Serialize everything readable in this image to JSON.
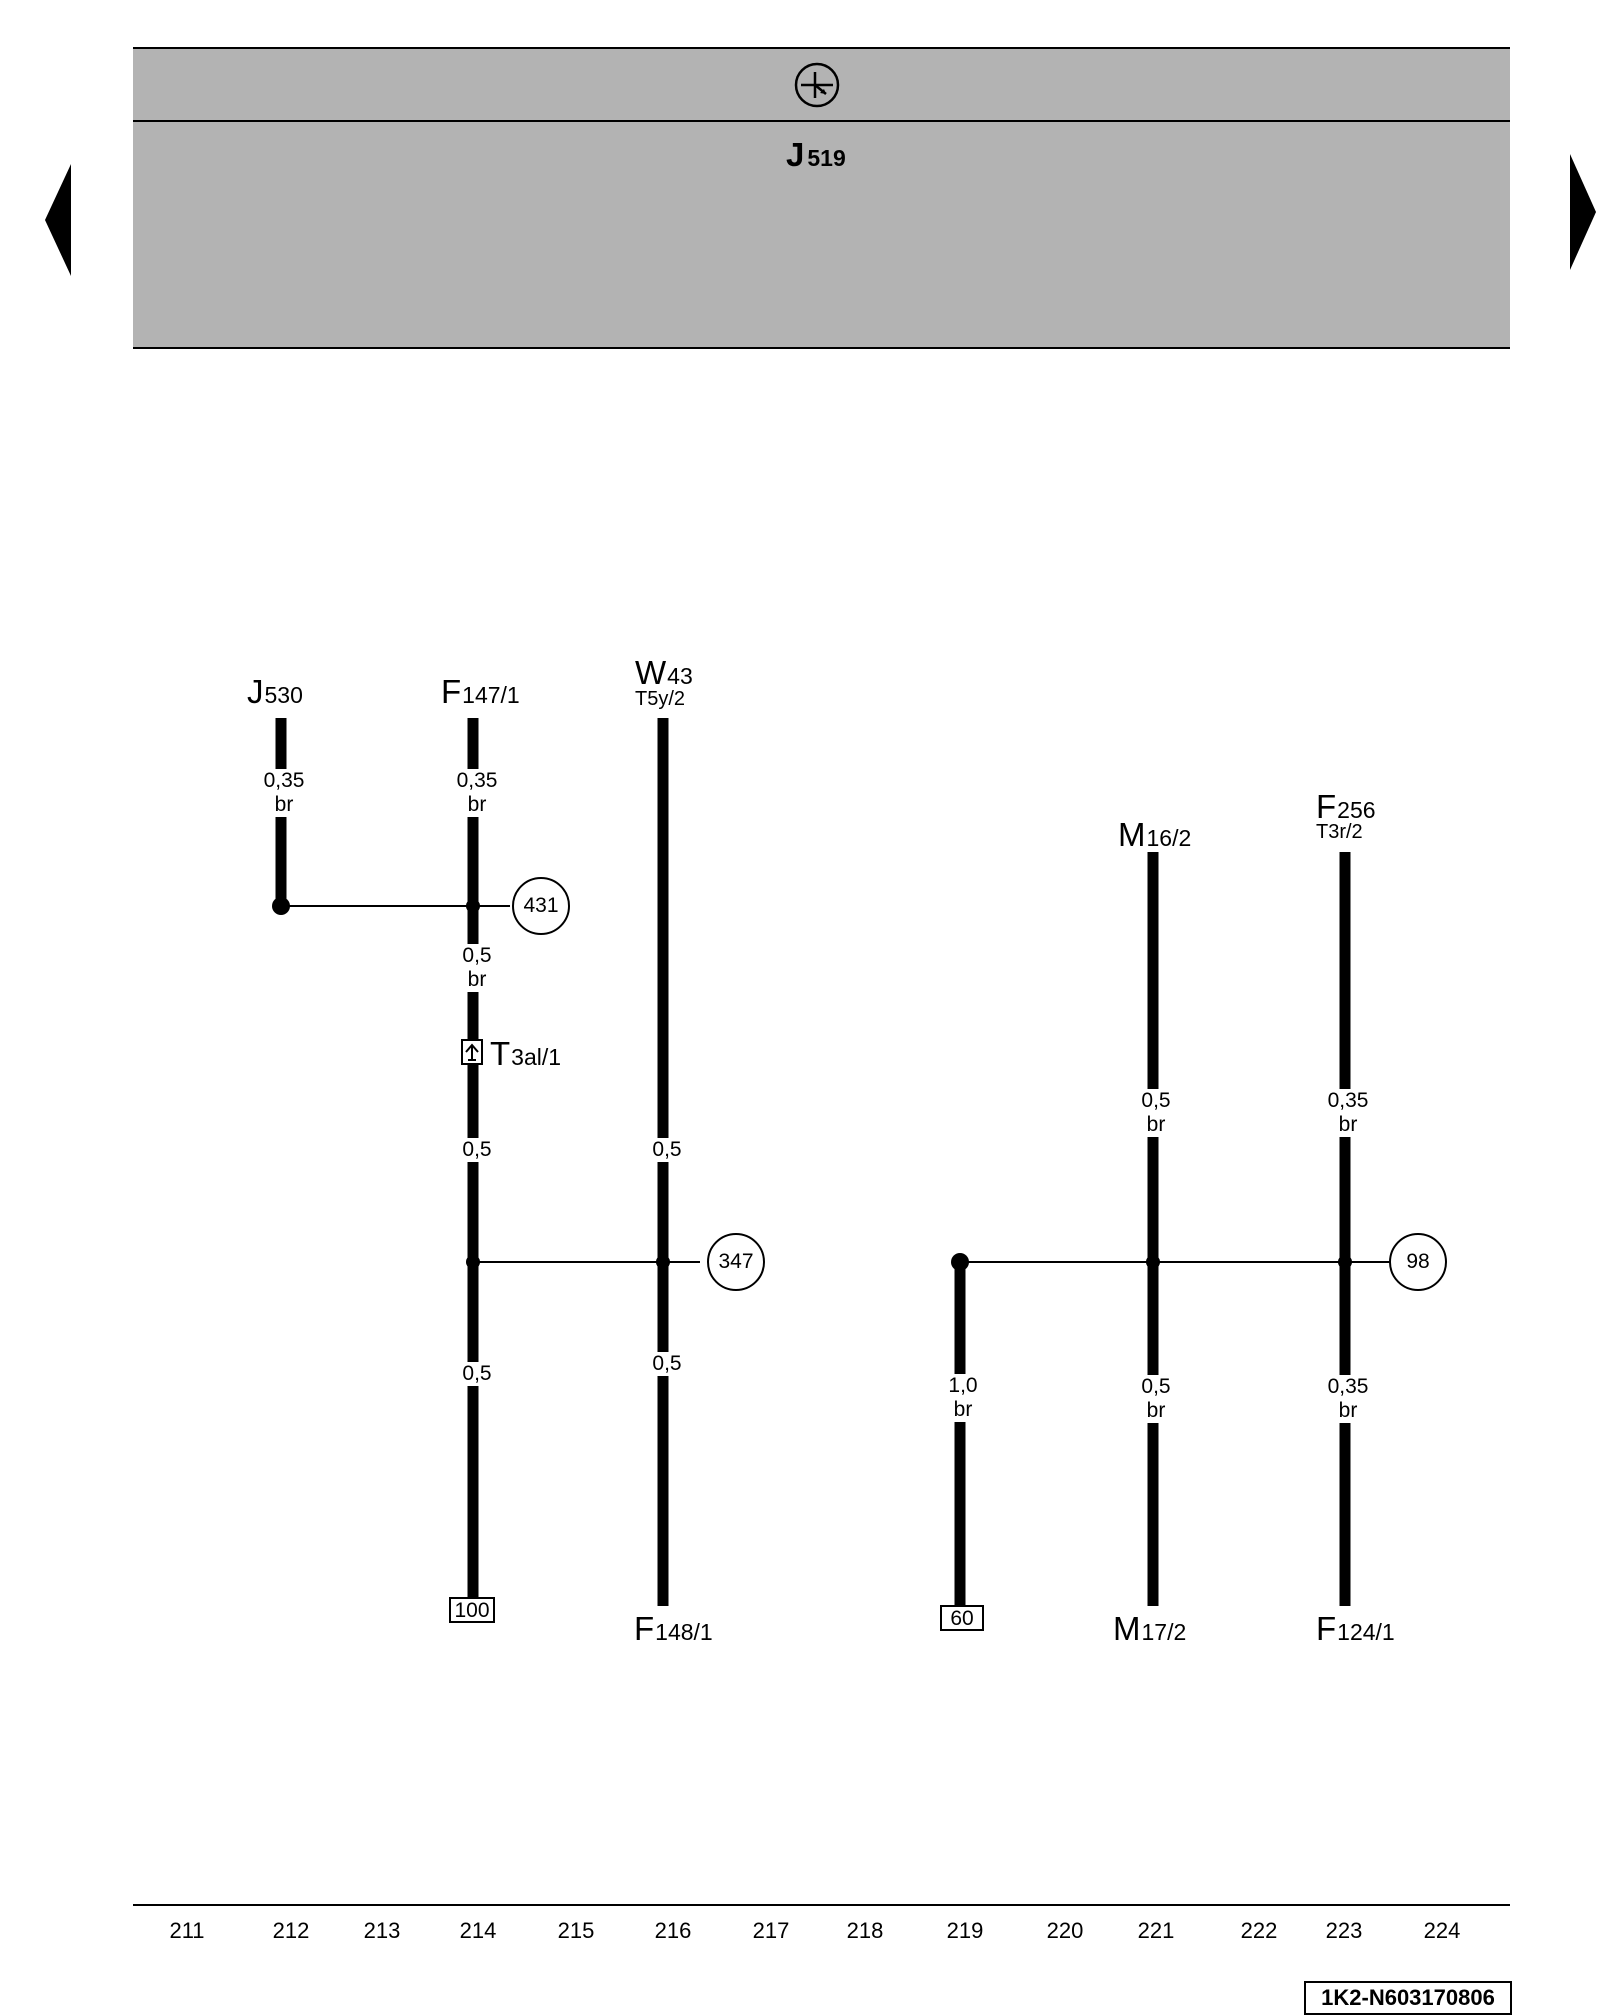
{
  "header": {
    "controller": {
      "letter": "J",
      "number": "519"
    },
    "symbol_icon": "ecu-circle-icon"
  },
  "nav": {
    "prev_icon": "triangle-left-icon",
    "next_icon": "triangle-right-icon"
  },
  "components": {
    "j530": {
      "letter": "J",
      "number": "530"
    },
    "f147": {
      "letter": "F",
      "number": "147/1"
    },
    "w43": {
      "letter": "W",
      "number": "43",
      "pin": "T5y/2"
    },
    "m16": {
      "letter": "M",
      "number": "16/2"
    },
    "f256": {
      "letter": "F",
      "number": "256",
      "pin": "T3r/2"
    },
    "t3al": {
      "letter": "T",
      "number": "3al/1"
    },
    "f148": {
      "letter": "F",
      "number": "148/1"
    },
    "m17": {
      "letter": "M",
      "number": "17/2"
    },
    "f124": {
      "letter": "F",
      "number": "124/1"
    }
  },
  "wires": {
    "j530": "0,35\nbr",
    "f147_top": "0,35\nbr",
    "f147_mid": "0,5\nbr",
    "t3al_below": "0,5",
    "col214_bottom": "0,5",
    "w43_top": "0,5",
    "w43_bottom": "0,5",
    "col219": "1,0\nbr",
    "m16_top": "0,5\nbr",
    "m17_bottom": "0,5\nbr",
    "f256_top": "0,35\nbr",
    "f124_bottom": "0,35\nbr"
  },
  "connections": {
    "c431": "431",
    "c347": "347",
    "c98": "98"
  },
  "ground_points": {
    "g100": "100",
    "g60": "60"
  },
  "tracks": [
    "211",
    "212",
    "213",
    "214",
    "215",
    "216",
    "217",
    "218",
    "219",
    "220",
    "221",
    "222",
    "223",
    "224"
  ],
  "doc_id": "1K2-N603170806"
}
